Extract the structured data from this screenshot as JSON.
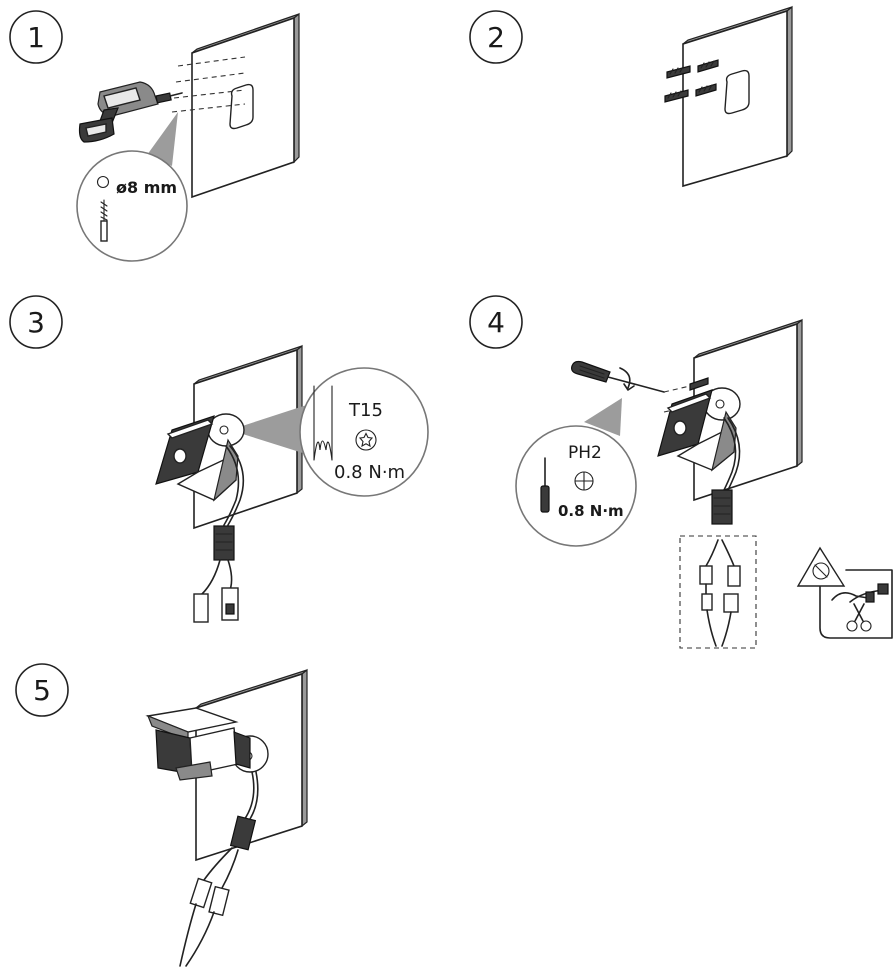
{
  "steps": [
    {
      "number": "1",
      "callout": {
        "diameter": "ø8 mm"
      }
    },
    {
      "number": "2"
    },
    {
      "number": "3",
      "callout": {
        "bit": "T15",
        "torque": "0.8 N·m"
      }
    },
    {
      "number": "4",
      "callout": {
        "bit": "PH2",
        "torque": "0.8 N·m"
      }
    },
    {
      "number": "5"
    }
  ],
  "icons": {
    "drill": "power-drill-icon",
    "drill_bit": "drill-bit-icon",
    "torx": "torx-icon",
    "phillips": "phillips-icon",
    "screwdriver": "screwdriver-icon",
    "warning": "no-cutting-warning-icon",
    "scissors": "scissors-icon"
  },
  "colors": {
    "line": "#222222",
    "wall_side": "#9a9a9a",
    "cone": "#9c9c9c",
    "callout_border": "#777777"
  }
}
